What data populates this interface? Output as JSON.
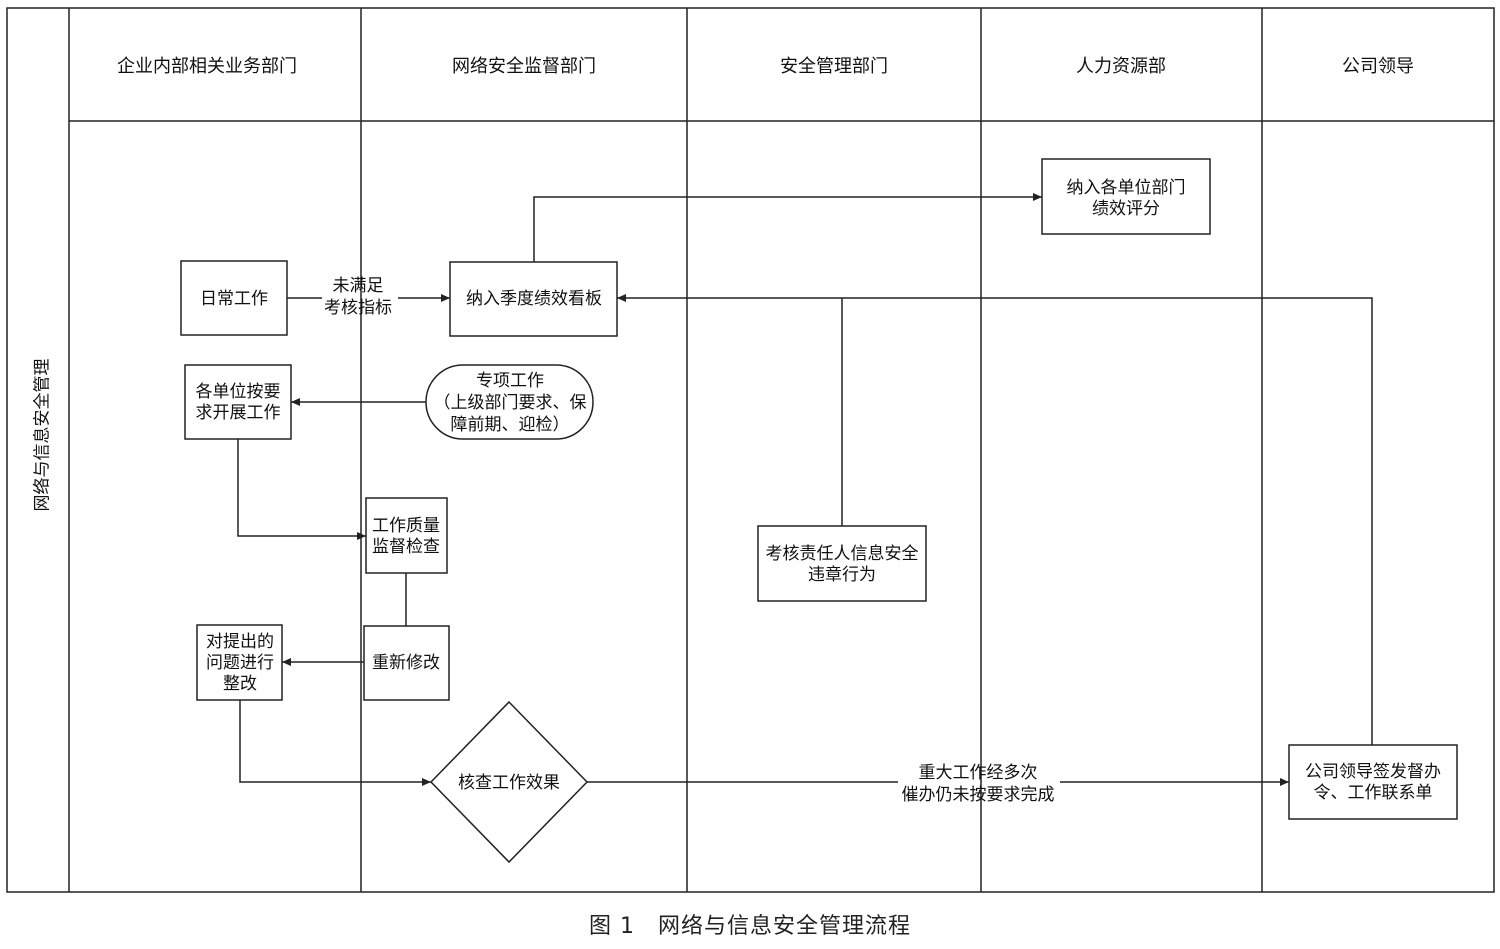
{
  "side_label": "网络与信息安全管理",
  "lanes": [
    "企业内部相关业务部门",
    "网络安全监督部门",
    "安全管理部门",
    "人力资源部",
    "公司领导"
  ],
  "nodes": {
    "daily_work": [
      "日常工作"
    ],
    "quarterly_board": [
      "纳入季度绩效看板"
    ],
    "performance_score": [
      "纳入各单位部门",
      "绩效评分"
    ],
    "units_work": [
      "各单位按要",
      "求开展工作"
    ],
    "special_work": [
      "专项工作",
      "（上级部门要求、保",
      "障前期、迎检）"
    ],
    "quality_check": [
      "工作质量",
      "监督检查"
    ],
    "rectify": [
      "对提出的",
      "问题进行",
      "整改"
    ],
    "revise": [
      "重新修改"
    ],
    "verify_effect": [
      "核查工作效果"
    ],
    "assess_violation": [
      "考核责任人信息安全",
      "违章行为"
    ],
    "leader_order": [
      "公司领导签发督办",
      "令、工作联系单"
    ]
  },
  "edge_labels": {
    "not_met": [
      "未满足",
      "考核指标"
    ],
    "major_unfinished": [
      "重大工作经多次",
      "催办仍未按要求完成"
    ]
  },
  "caption": "图 1　网络与信息安全管理流程"
}
